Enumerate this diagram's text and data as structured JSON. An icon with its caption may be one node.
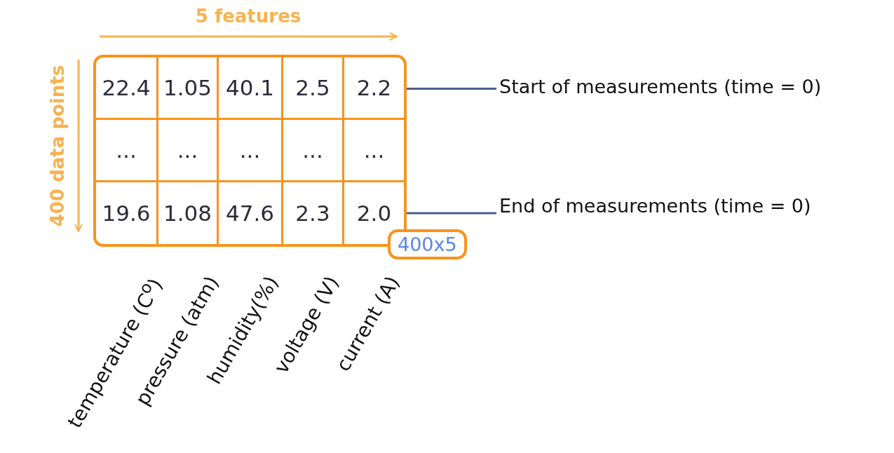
{
  "diagram": {
    "nodes": [
      {
        "text": [
          "Start of measurements (time = 0)"
        ]
      },
      {
        "text": [
          "End of measurements (time = 0)"
        ]
      },
      {
        "text": [],
        "shape": "box"
      },
      {
        "text": [],
        "shape": "box"
      },
      {
        "text": [
          "400x5"
        ]
      }
    ],
    "edges": [
      {
        "from": 0,
        "to": 2,
        "arrow": "none"
      },
      {
        "from": 1,
        "to": 3,
        "arrow": "none"
      }
    ],
    "labels": [
      "5 features",
      "400 data points",
      "22.4",
      "1.05",
      "40.1",
      "2.5",
      "2.2",
      "...",
      "...",
      "...",
      "...",
      "...",
      "19.6",
      "1.08",
      "47.6",
      "2.3",
      "2.0",
      "temperature (C$^{o}$)",
      "pressure (atm)",
      "humidity(%)",
      "voltage (V)",
      "current (A)"
    ]
  }
}
